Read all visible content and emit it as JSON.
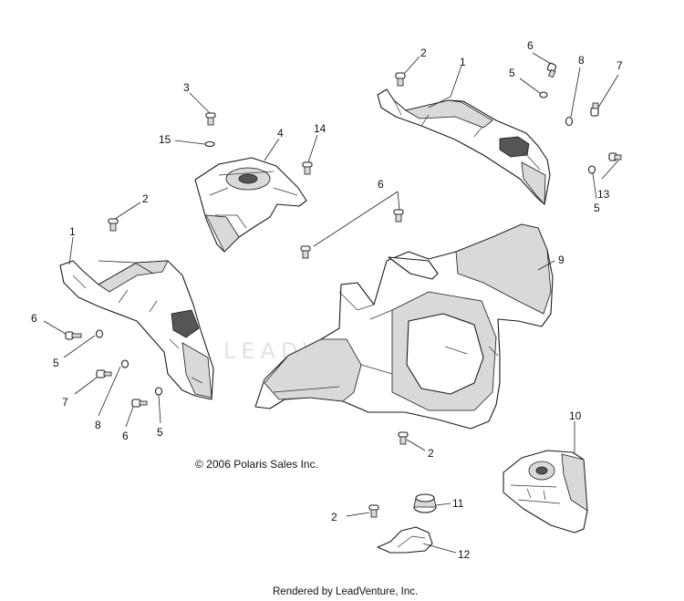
{
  "callouts": [
    {
      "label": "2"
    },
    {
      "label": "1"
    },
    {
      "label": "6"
    },
    {
      "label": "8"
    },
    {
      "label": "7"
    },
    {
      "label": "5"
    },
    {
      "label": "13"
    },
    {
      "label": "5"
    },
    {
      "label": "3"
    },
    {
      "label": "15"
    },
    {
      "label": "4"
    },
    {
      "label": "14"
    },
    {
      "label": "2"
    },
    {
      "label": "1"
    },
    {
      "label": "6"
    },
    {
      "label": "5"
    },
    {
      "label": "7"
    },
    {
      "label": "8"
    },
    {
      "label": "6"
    },
    {
      "label": "5"
    },
    {
      "label": "6"
    },
    {
      "label": "9"
    },
    {
      "label": "2"
    },
    {
      "label": "10"
    },
    {
      "label": "2"
    },
    {
      "label": "11"
    },
    {
      "label": "12"
    }
  ],
  "copyright": "© 2006 Polaris Sales Inc.",
  "footer": "Rendered by LeadVenture, Inc.",
  "watermark": "LEADVENTURE"
}
